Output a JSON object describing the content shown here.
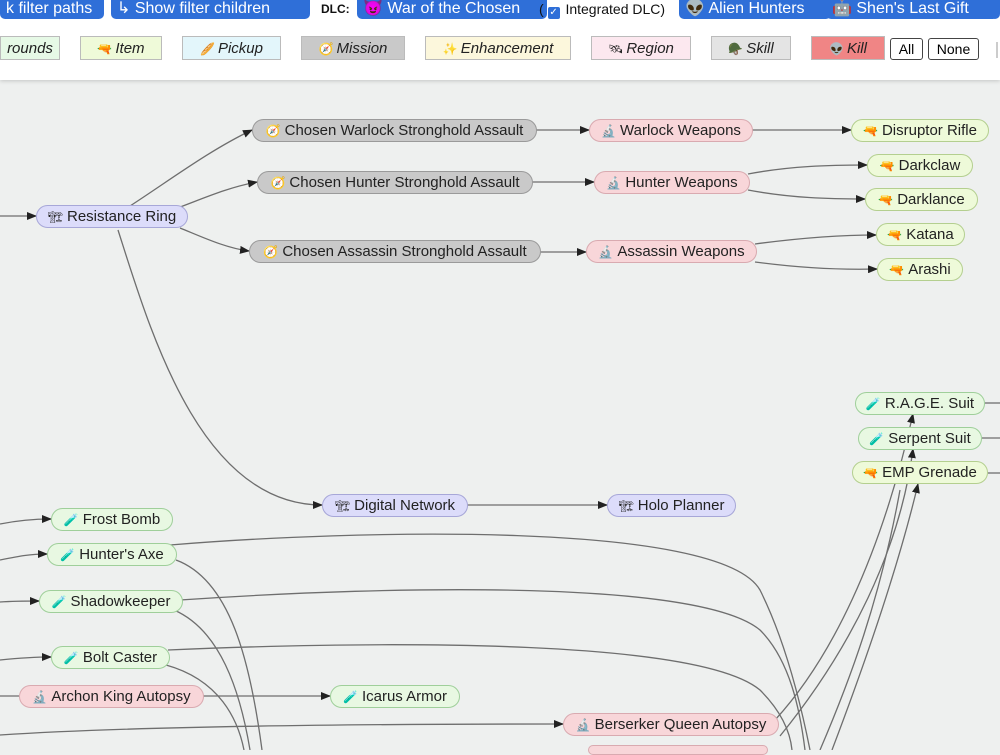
{
  "header": {
    "buttons": [
      {
        "label": "k filter paths"
      },
      {
        "label": "↳ Show filter children"
      }
    ],
    "dlc_label": "DLC:",
    "dlc": [
      {
        "label": "War of the Chosen",
        "icon": "😈"
      },
      {
        "label": "Alien Hunters",
        "icon": "👽"
      },
      {
        "label": "Shen's Last Gift",
        "icon": "🤖"
      }
    ],
    "open_paren": "(",
    "integrated_label": "Integrated DLC)"
  },
  "filters": [
    {
      "label": "rounds",
      "icon": "",
      "bg": "#e6f9e6"
    },
    {
      "label": "Item",
      "icon": "🔫",
      "bg": "#effad9"
    },
    {
      "label": "Pickup",
      "icon": "🥖",
      "bg": "#e3f6fb"
    },
    {
      "label": "Mission",
      "icon": "🧭",
      "bg": "#c9c9c9"
    },
    {
      "label": "Enhancement",
      "icon": "✨",
      "bg": "#fcf7dc"
    },
    {
      "label": "Region",
      "icon": "🛰",
      "bg": "#fce8ef"
    },
    {
      "label": "Skill",
      "icon": "🪖",
      "bg": "#e4e4e4"
    },
    {
      "label": "Kill",
      "icon": "👽",
      "bg": "#f08585"
    }
  ],
  "select": {
    "all": "All",
    "none": "None"
  },
  "nodes": [
    {
      "id": "resistance_ring",
      "label": "Resistance Ring",
      "type": "research",
      "icon": "🏗"
    },
    {
      "id": "warlock_assault",
      "label": "Chosen Warlock Stronghold Assault",
      "type": "mission",
      "icon": "🧭"
    },
    {
      "id": "hunter_assault",
      "label": "Chosen Hunter Stronghold Assault",
      "type": "mission",
      "icon": "🧭"
    },
    {
      "id": "assassin_assault",
      "label": "Chosen Assassin Stronghold Assault",
      "type": "mission",
      "icon": "🧭"
    },
    {
      "id": "warlock_weapons",
      "label": "Warlock Weapons",
      "type": "region",
      "icon": "🔬"
    },
    {
      "id": "hunter_weapons",
      "label": "Hunter Weapons",
      "type": "region",
      "icon": "🔬"
    },
    {
      "id": "assassin_weapons",
      "label": "Assassin Weapons",
      "type": "region",
      "icon": "🔬"
    },
    {
      "id": "disruptor_rifle",
      "label": "Disruptor Rifle",
      "type": "item",
      "icon": "🔫"
    },
    {
      "id": "darkclaw",
      "label": "Darkclaw",
      "type": "item",
      "icon": "🔫"
    },
    {
      "id": "darklance",
      "label": "Darklance",
      "type": "item",
      "icon": "🔫"
    },
    {
      "id": "katana",
      "label": "Katana",
      "type": "item",
      "icon": "🔫"
    },
    {
      "id": "arashi",
      "label": "Arashi",
      "type": "item",
      "icon": "🔫"
    },
    {
      "id": "rage_suit",
      "label": "R.A.G.E. Suit",
      "type": "skill",
      "icon": "🧪"
    },
    {
      "id": "serpent_suit",
      "label": "Serpent Suit",
      "type": "skill",
      "icon": "🧪"
    },
    {
      "id": "emp_grenade",
      "label": "EMP Grenade",
      "type": "item",
      "icon": "🔫"
    },
    {
      "id": "digital_network",
      "label": "Digital Network",
      "type": "research",
      "icon": "🏗"
    },
    {
      "id": "holo_planner",
      "label": "Holo Planner",
      "type": "research",
      "icon": "🏗"
    },
    {
      "id": "frost_bomb",
      "label": "Frost Bomb",
      "type": "skill",
      "icon": "🧪"
    },
    {
      "id": "hunters_axe",
      "label": "Hunter's Axe",
      "type": "skill",
      "icon": "🧪"
    },
    {
      "id": "shadowkeeper",
      "label": "Shadowkeeper",
      "type": "skill",
      "icon": "🧪"
    },
    {
      "id": "bolt_caster",
      "label": "Bolt Caster",
      "type": "skill",
      "icon": "🧪"
    },
    {
      "id": "archon_king_autopsy",
      "label": "Archon King Autopsy",
      "type": "region",
      "icon": "🔬"
    },
    {
      "id": "icarus_armor",
      "label": "Icarus Armor",
      "type": "skill",
      "icon": "🧪"
    },
    {
      "id": "berserker_queen_autopsy",
      "label": "Berserker Queen Autopsy",
      "type": "region",
      "icon": "🔬"
    }
  ]
}
